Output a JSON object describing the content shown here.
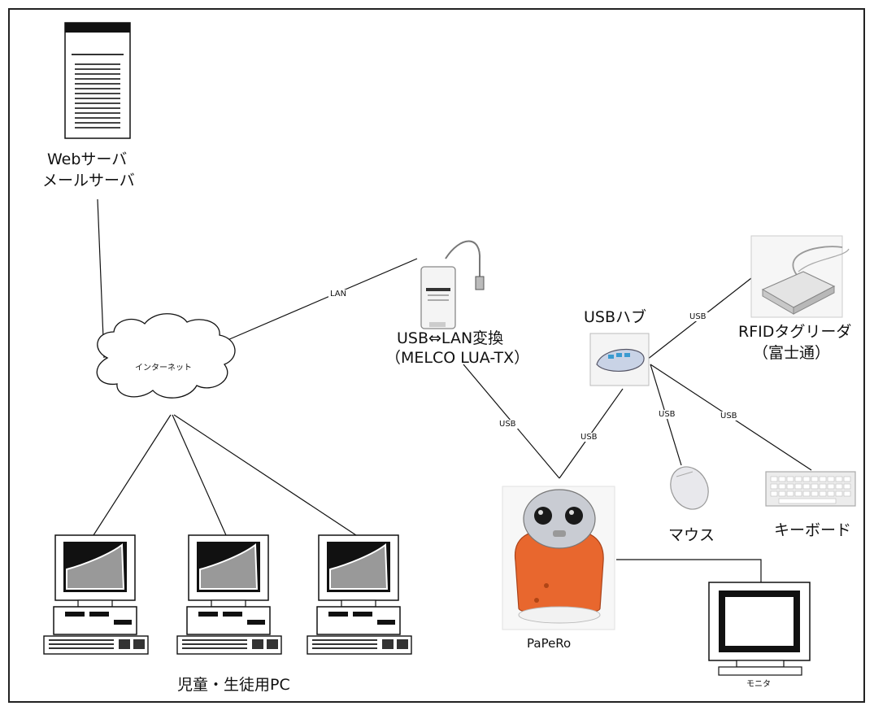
{
  "nodes": {
    "server": {
      "line1": "Webサーバ",
      "line2": "メールサーバ"
    },
    "internet": {
      "label": "インターネット"
    },
    "lan_adapter": {
      "line1": "USB⇔LAN変換",
      "line2": "（MELCO LUA-TX）"
    },
    "usb_hub": {
      "label": "USBハブ"
    },
    "rfid": {
      "line1": "RFIDタグリーダ",
      "line2": "（富士通）"
    },
    "mouse": {
      "label": "マウス"
    },
    "keyboard": {
      "label": "キーボード"
    },
    "robot": {
      "label": "PaPeRo"
    },
    "monitor": {
      "label": "モニタ"
    },
    "student_pcs": {
      "label": "児童・生徒用PC"
    }
  },
  "connections": {
    "lan": "LAN",
    "usb_adapter_robot": "USB",
    "usb_hub_robot": "USB",
    "usb_hub_rfid": "USB",
    "usb_hub_mouse": "USB",
    "usb_hub_keyboard": "USB"
  }
}
